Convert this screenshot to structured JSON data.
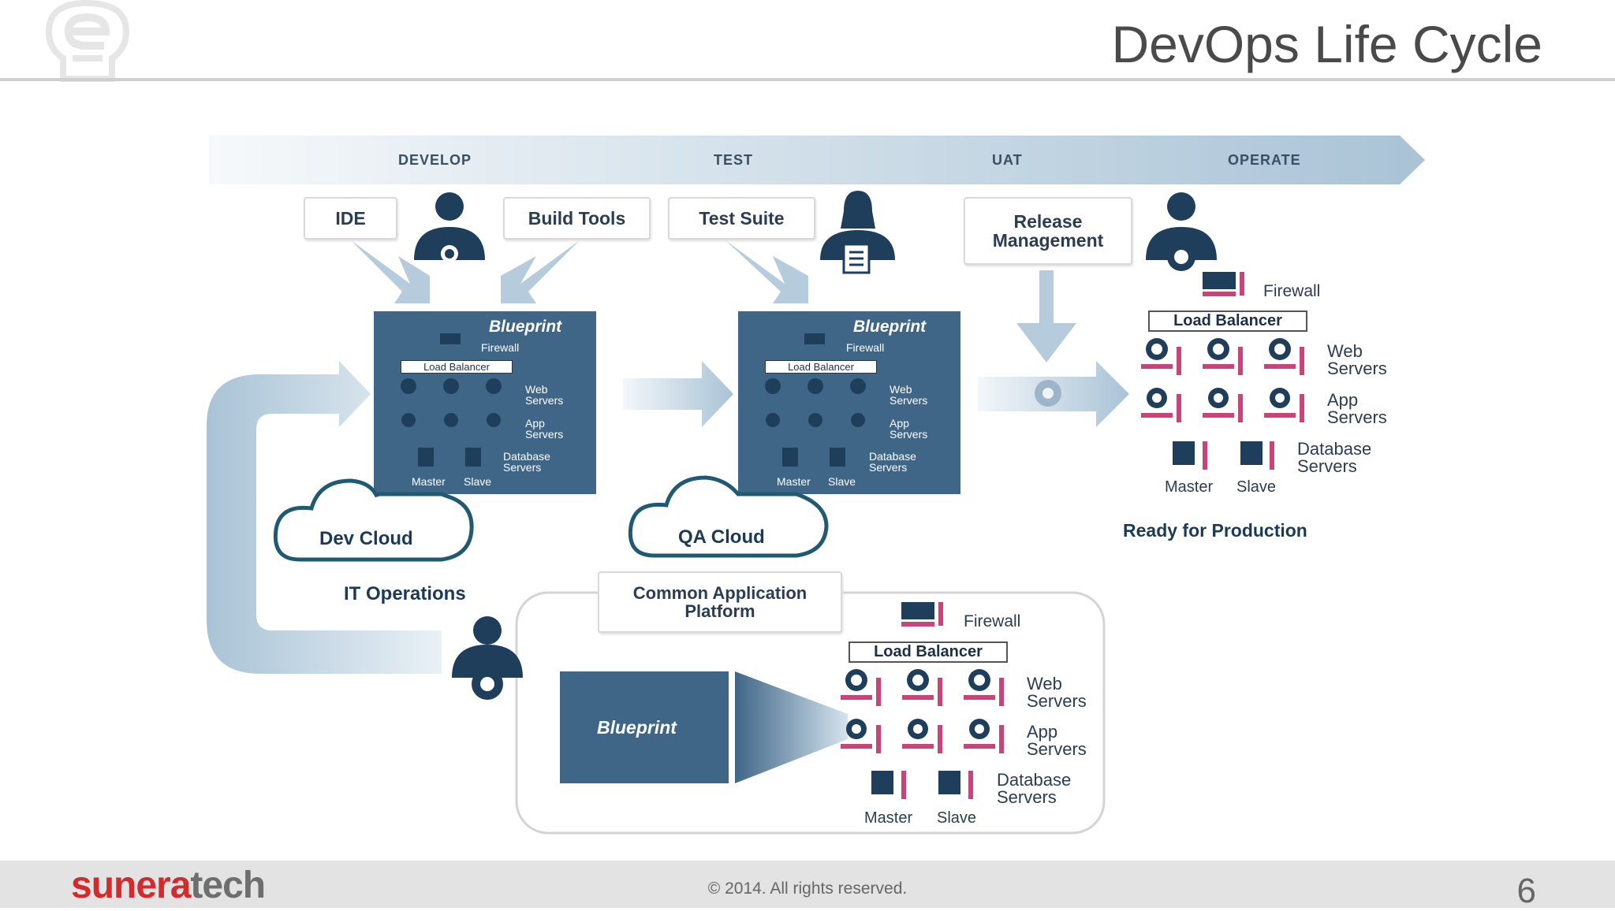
{
  "slide": {
    "title": "DevOps Life Cycle",
    "page_number": "6"
  },
  "footer": {
    "brand_part1": "sunera",
    "brand_part2": "tech",
    "copyright": "© 2014.  All rights reserved."
  },
  "phases": [
    "DEVELOP",
    "TEST",
    "UAT",
    "OPERATE"
  ],
  "tools": {
    "ide": "IDE",
    "build": "Build Tools",
    "test": "Test Suite",
    "release_line1": "Release",
    "release_line2": "Management"
  },
  "blueprint": {
    "title": "Blueprint",
    "firewall": "Firewall",
    "load_balancer": "Load Balancer",
    "web_line1": "Web",
    "web_line2": "Servers",
    "app_line1": "App",
    "app_line2": "Servers",
    "db_line1": "Database",
    "db_line2": "Servers",
    "master": "Master",
    "slave": "Slave"
  },
  "clouds": {
    "dev": "Dev Cloud",
    "qa": "QA Cloud"
  },
  "labels": {
    "it_ops": "IT Operations",
    "ready": "Ready for Production",
    "cap_line1": "Common Application",
    "cap_line2": "Platform"
  },
  "colors": {
    "blueprint": "#3f6687",
    "server_pink": "#c8457a",
    "arrow": "#a9c3d6",
    "text_dark": "#1d3a55"
  }
}
